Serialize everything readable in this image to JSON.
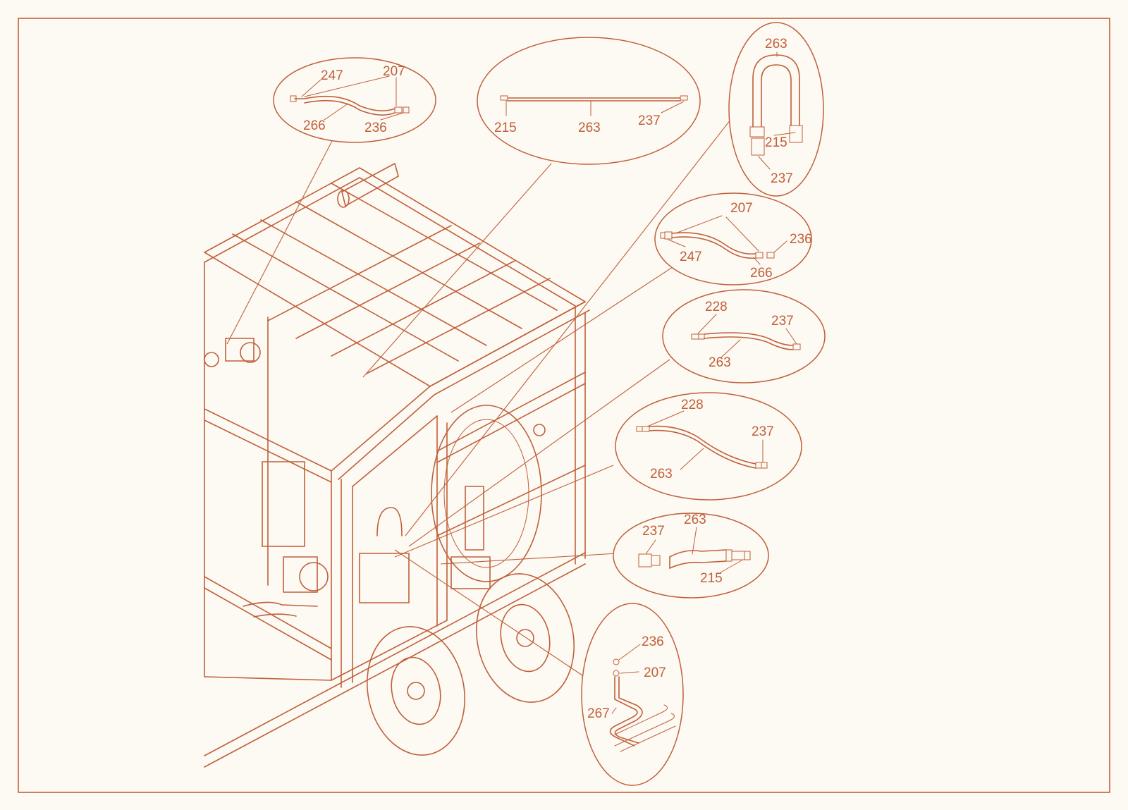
{
  "colors": {
    "line": "#c0603a",
    "paper": "#fdf9f3"
  },
  "callouts": {
    "d1": [
      "247",
      "207",
      "266",
      "236"
    ],
    "d2": [
      "215",
      "263",
      "237"
    ],
    "d3": [
      "263",
      "215",
      "237"
    ],
    "d4": [
      "207",
      "247",
      "236",
      "266"
    ],
    "d5": [
      "228",
      "237",
      "263"
    ],
    "d6": [
      "228",
      "237",
      "263"
    ],
    "d7": [
      "237",
      "263",
      "215"
    ],
    "d8": [
      "236",
      "207",
      "267"
    ]
  }
}
